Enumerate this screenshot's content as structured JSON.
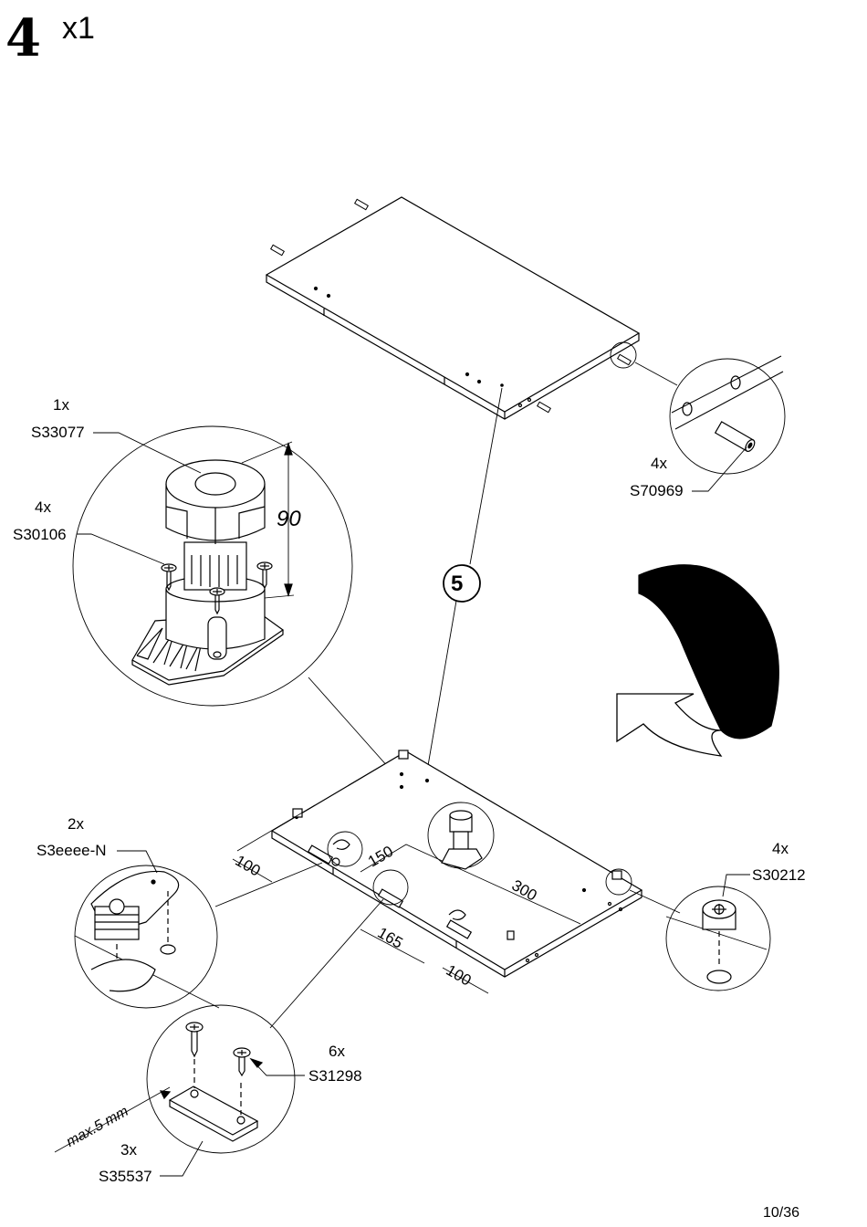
{
  "step": {
    "number": "4",
    "quantity": "x1"
  },
  "sub_step": "5",
  "parts": [
    {
      "qty": "1x",
      "code": "S33077"
    },
    {
      "qty": "4x",
      "code": "S30106"
    },
    {
      "qty": "4x",
      "code": "S70969"
    },
    {
      "qty": "2x",
      "code": "S3eeee-N"
    },
    {
      "qty": "4x",
      "code": "S30212"
    },
    {
      "qty": "6x",
      "code": "S31298"
    },
    {
      "qty": "3x",
      "code": "S35537"
    }
  ],
  "dimensions": {
    "height": "90",
    "d100a": "100",
    "d150": "150",
    "d300": "300",
    "d165": "165",
    "d100b": "100",
    "max_gap": "max.5 mm"
  },
  "page": "10/36"
}
